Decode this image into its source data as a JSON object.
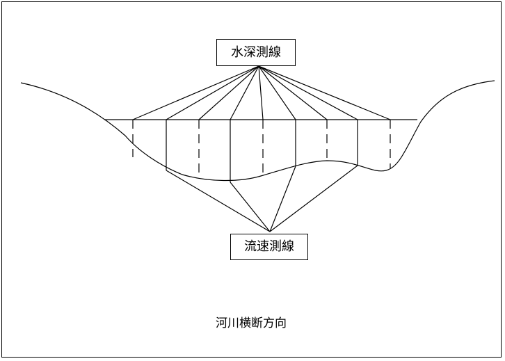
{
  "labels": {
    "depth_sounding_lines": "水深測線",
    "velocity_measurement_lines": "流速測線",
    "river_cross_direction": "河川横断方向"
  },
  "colors": {
    "line": "#000000",
    "background": "#ffffff"
  }
}
